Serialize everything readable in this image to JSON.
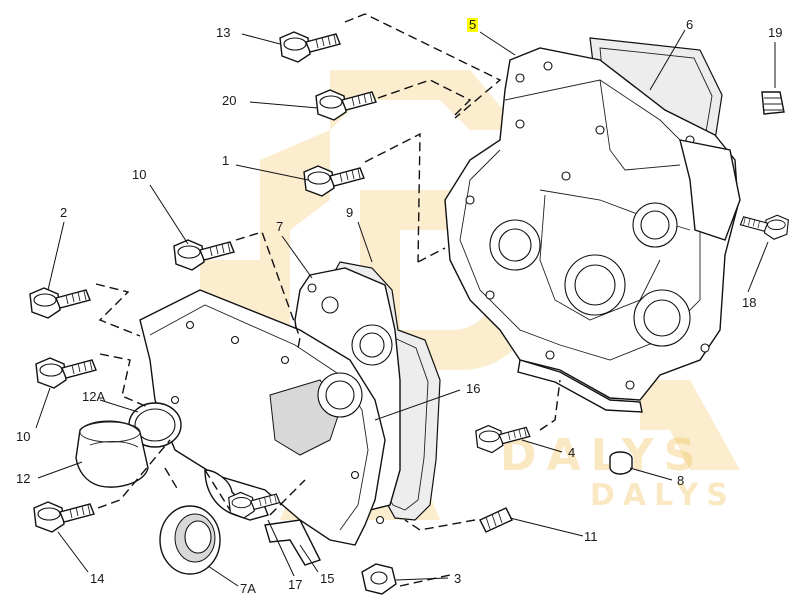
{
  "watermark": {
    "brand_text": "DALYS",
    "color": "#f0be50"
  },
  "callouts": [
    {
      "id": "13",
      "label": "13"
    },
    {
      "id": "5",
      "label": "5",
      "highlight": "#ffff00"
    },
    {
      "id": "6",
      "label": "6"
    },
    {
      "id": "19",
      "label": "19"
    },
    {
      "id": "20",
      "label": "20"
    },
    {
      "id": "1",
      "label": "1"
    },
    {
      "id": "10a",
      "label": "10"
    },
    {
      "id": "7",
      "label": "7"
    },
    {
      "id": "9",
      "label": "9"
    },
    {
      "id": "2",
      "label": "2"
    },
    {
      "id": "18",
      "label": "18"
    },
    {
      "id": "10b",
      "label": "10"
    },
    {
      "id": "12A",
      "label": "12A"
    },
    {
      "id": "16",
      "label": "16"
    },
    {
      "id": "4",
      "label": "4"
    },
    {
      "id": "12",
      "label": "12"
    },
    {
      "id": "8",
      "label": "8"
    },
    {
      "id": "11",
      "label": "11"
    },
    {
      "id": "14",
      "label": "14"
    },
    {
      "id": "7A",
      "label": "7A"
    },
    {
      "id": "17",
      "label": "17"
    },
    {
      "id": "15",
      "label": "15"
    },
    {
      "id": "3",
      "label": "3"
    }
  ]
}
